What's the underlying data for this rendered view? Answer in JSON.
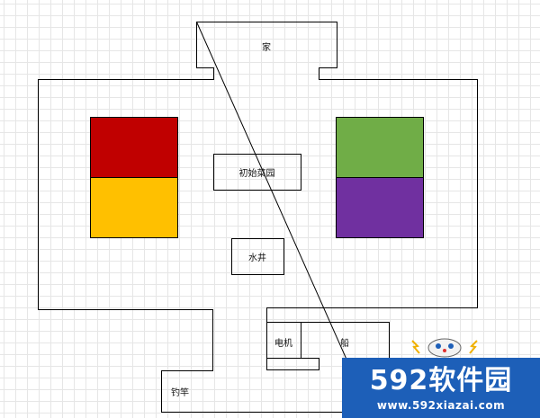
{
  "labels": {
    "home": "家",
    "starter_garden": "初始菜园",
    "well": "水井",
    "motor": "电机",
    "boat": "船",
    "fishing_rod": "钓竿"
  },
  "plots": [
    {
      "name": "red",
      "color": "#c00000"
    },
    {
      "name": "yellow",
      "color": "#ffc000"
    },
    {
      "name": "green",
      "color": "#70ad47"
    },
    {
      "name": "purple",
      "color": "#7030a0"
    }
  ],
  "watermark": {
    "title": "592软件园",
    "url": "www.592xiazai.com",
    "color": "#1d5fb8"
  }
}
